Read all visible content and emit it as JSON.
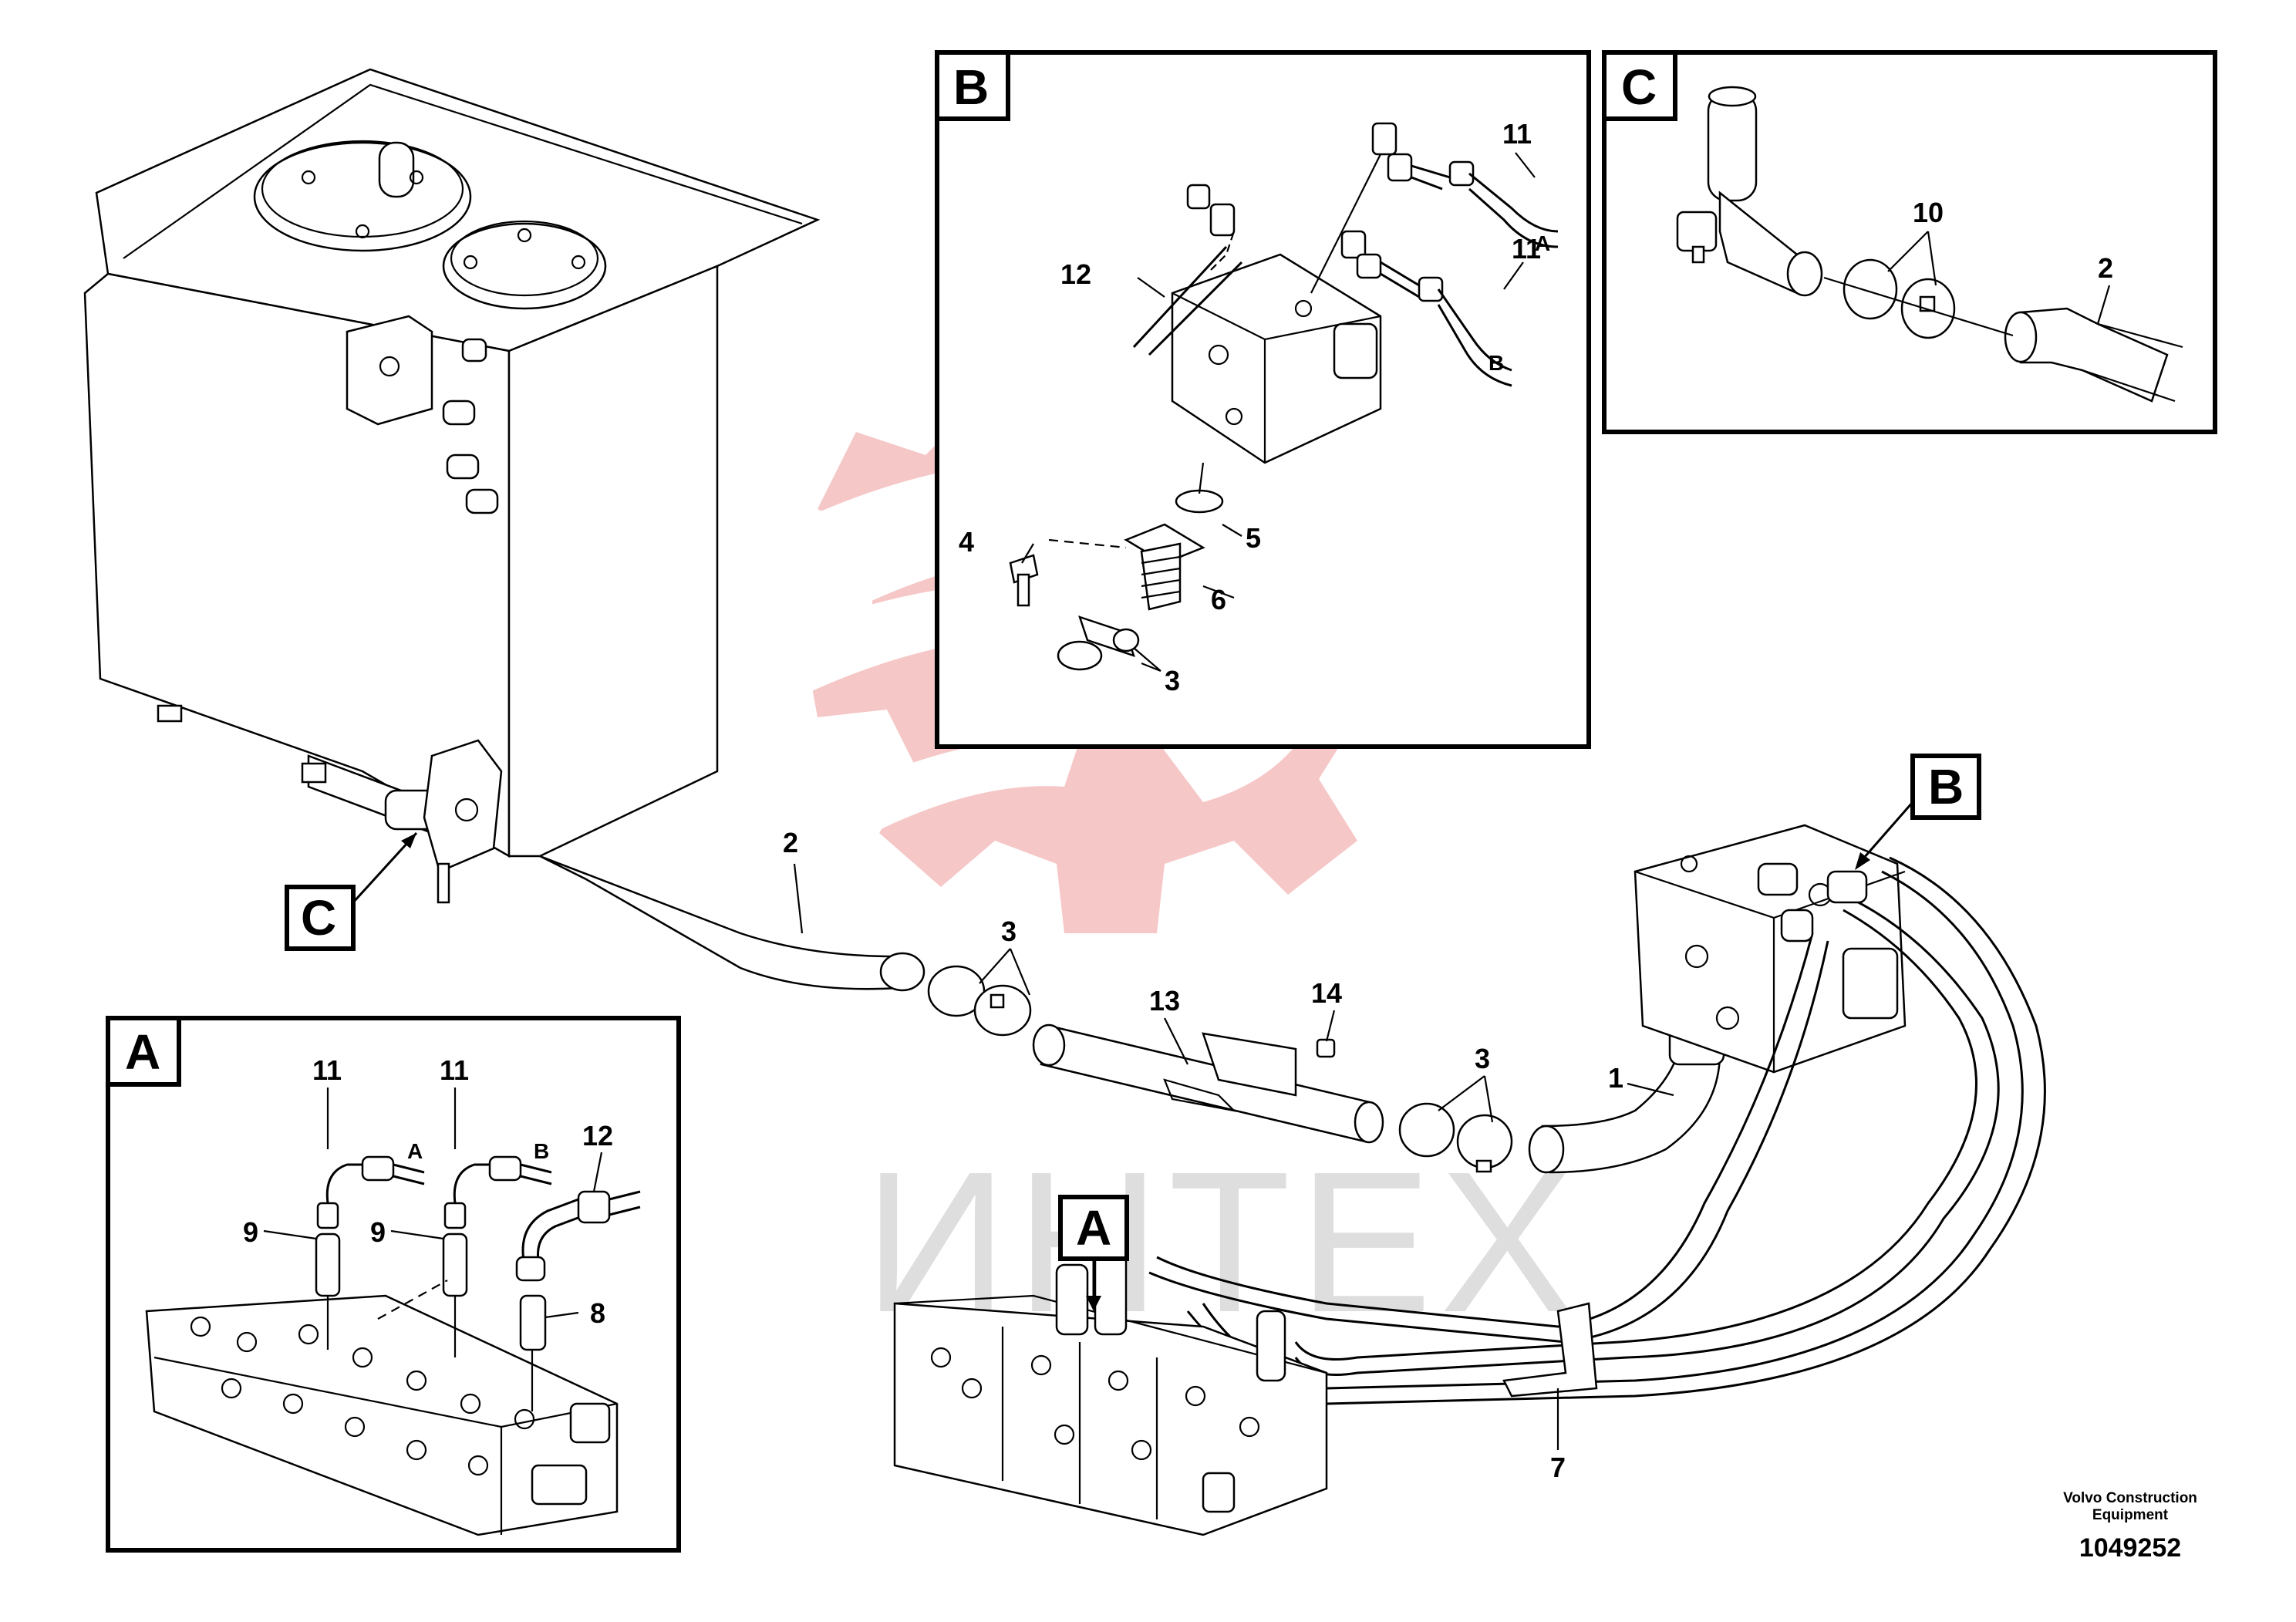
{
  "watermark": {
    "text": "ИНТЕХ",
    "logo_color": "#f4b5b5",
    "text_color": "#dcdcdc"
  },
  "detail_views": [
    {
      "id": "B",
      "label": "B"
    },
    {
      "id": "C",
      "label": "C"
    },
    {
      "id": "A",
      "label": "A"
    }
  ],
  "view_markers": {
    "C": "C",
    "A": "A",
    "B": "B"
  },
  "port_letters": {
    "A": "A",
    "B": "B"
  },
  "callouts": {
    "n1": "1",
    "n2": "2",
    "n3": "3",
    "n4": "4",
    "n5": "5",
    "n6": "6",
    "n7": "7",
    "n8": "8",
    "n9": "9",
    "n10": "10",
    "n11": "11",
    "n12": "12",
    "n13": "13",
    "n14": "14"
  },
  "footer": {
    "publisher_line1": "Volvo Construction",
    "publisher_line2": "Equipment",
    "drawing_number": "1049252"
  }
}
